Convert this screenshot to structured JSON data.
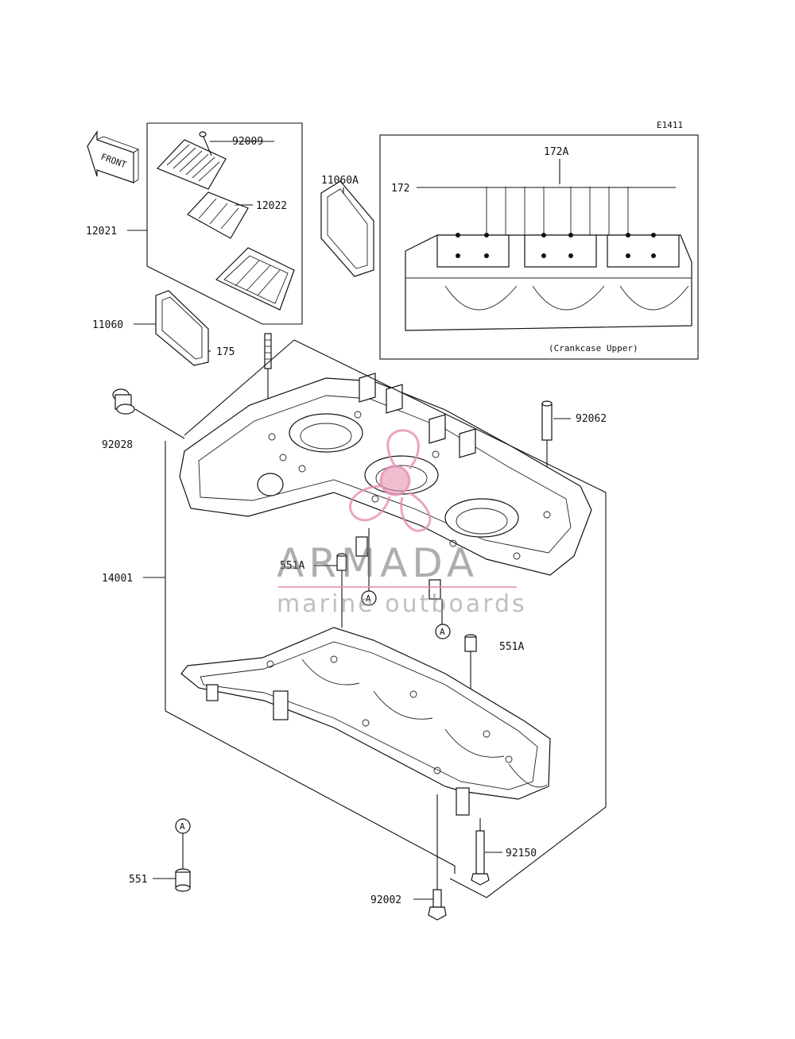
{
  "diagram_id": "E1411",
  "front_arrow_label": "FRONT",
  "inset_caption": "(Crankcase Upper)",
  "callout_marker": "A",
  "parts": {
    "p92009": "92009",
    "p12022": "12022",
    "p12021": "12021",
    "p11060A": "11060A",
    "p172A": "172A",
    "p172": "172",
    "p11060": "11060",
    "p175": "175",
    "p92028": "92028",
    "p92062": "92062",
    "p14001": "14001",
    "p551A_left": "551A",
    "p551A_right": "551A",
    "p92150": "92150",
    "p551": "551",
    "p92002": "92002"
  },
  "watermark": {
    "brand": "ARMADA",
    "tagline": "marine outboards",
    "color": "#e58fb0"
  }
}
